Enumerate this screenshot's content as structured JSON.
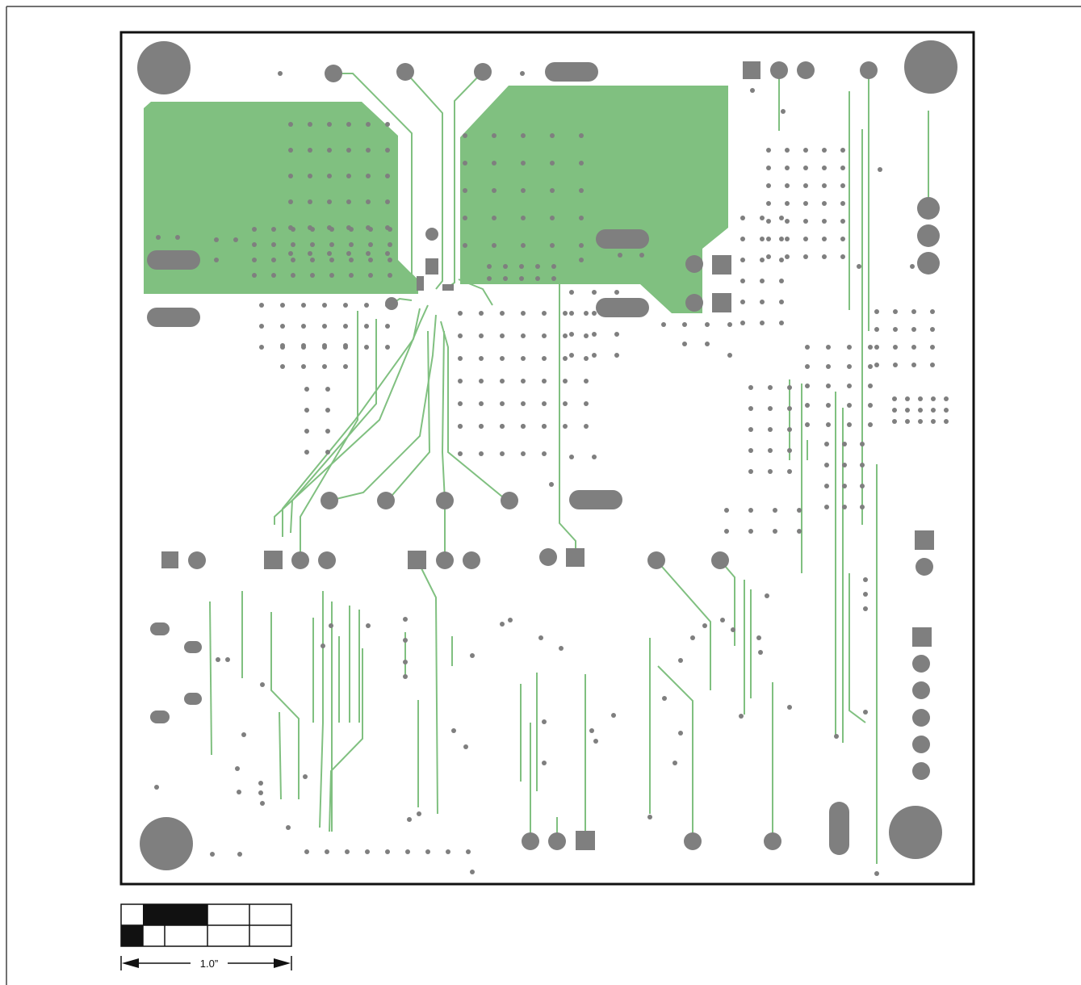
{
  "figure": {
    "type": "pcb-layer-layout",
    "colors": {
      "copper": "#80c080",
      "pad": "#7f7f7f",
      "outline": "#111111",
      "frame": "#444444",
      "background": "#ffffff"
    }
  },
  "scale_bar": {
    "label": "1.0”",
    "units": "inch",
    "length": 1.0
  }
}
